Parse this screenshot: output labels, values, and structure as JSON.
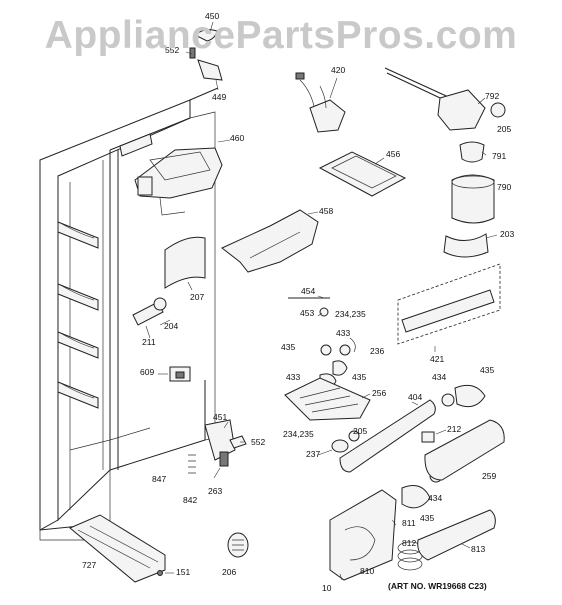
{
  "watermark": "AppliancePartsPros.com",
  "art_number": "(ART NO. WR19668 C23)",
  "labels": [
    {
      "id": "450",
      "text": "450"
    },
    {
      "id": "552a",
      "text": "552"
    },
    {
      "id": "449",
      "text": "449"
    },
    {
      "id": "420",
      "text": "420"
    },
    {
      "id": "792",
      "text": "792"
    },
    {
      "id": "205a",
      "text": "205"
    },
    {
      "id": "791",
      "text": "791"
    },
    {
      "id": "456",
      "text": "456"
    },
    {
      "id": "460",
      "text": "460"
    },
    {
      "id": "790",
      "text": "790"
    },
    {
      "id": "458",
      "text": "458"
    },
    {
      "id": "203",
      "text": "203"
    },
    {
      "id": "207",
      "text": "207"
    },
    {
      "id": "454",
      "text": "454"
    },
    {
      "id": "453",
      "text": "453"
    },
    {
      "id": "234_235a",
      "text": "234,235"
    },
    {
      "id": "204",
      "text": "204"
    },
    {
      "id": "433a",
      "text": "433"
    },
    {
      "id": "211",
      "text": "211"
    },
    {
      "id": "435a",
      "text": "435"
    },
    {
      "id": "236",
      "text": "236"
    },
    {
      "id": "421",
      "text": "421"
    },
    {
      "id": "609",
      "text": "609"
    },
    {
      "id": "433b",
      "text": "433"
    },
    {
      "id": "435b",
      "text": "435"
    },
    {
      "id": "434a",
      "text": "434"
    },
    {
      "id": "435c",
      "text": "435"
    },
    {
      "id": "256",
      "text": "256"
    },
    {
      "id": "404",
      "text": "404"
    },
    {
      "id": "451",
      "text": "451"
    },
    {
      "id": "552b",
      "text": "552"
    },
    {
      "id": "234_235b",
      "text": "234,235"
    },
    {
      "id": "205b",
      "text": "205"
    },
    {
      "id": "212",
      "text": "212"
    },
    {
      "id": "237",
      "text": "237"
    },
    {
      "id": "847",
      "text": "847"
    },
    {
      "id": "263",
      "text": "263"
    },
    {
      "id": "259",
      "text": "259"
    },
    {
      "id": "842",
      "text": "842"
    },
    {
      "id": "434b",
      "text": "434"
    },
    {
      "id": "811",
      "text": "811"
    },
    {
      "id": "435d",
      "text": "435"
    },
    {
      "id": "812",
      "text": "812"
    },
    {
      "id": "727",
      "text": "727"
    },
    {
      "id": "813",
      "text": "813"
    },
    {
      "id": "151",
      "text": "151"
    },
    {
      "id": "206",
      "text": "206"
    },
    {
      "id": "810",
      "text": "810"
    },
    {
      "id": "10",
      "text": "10"
    }
  ]
}
